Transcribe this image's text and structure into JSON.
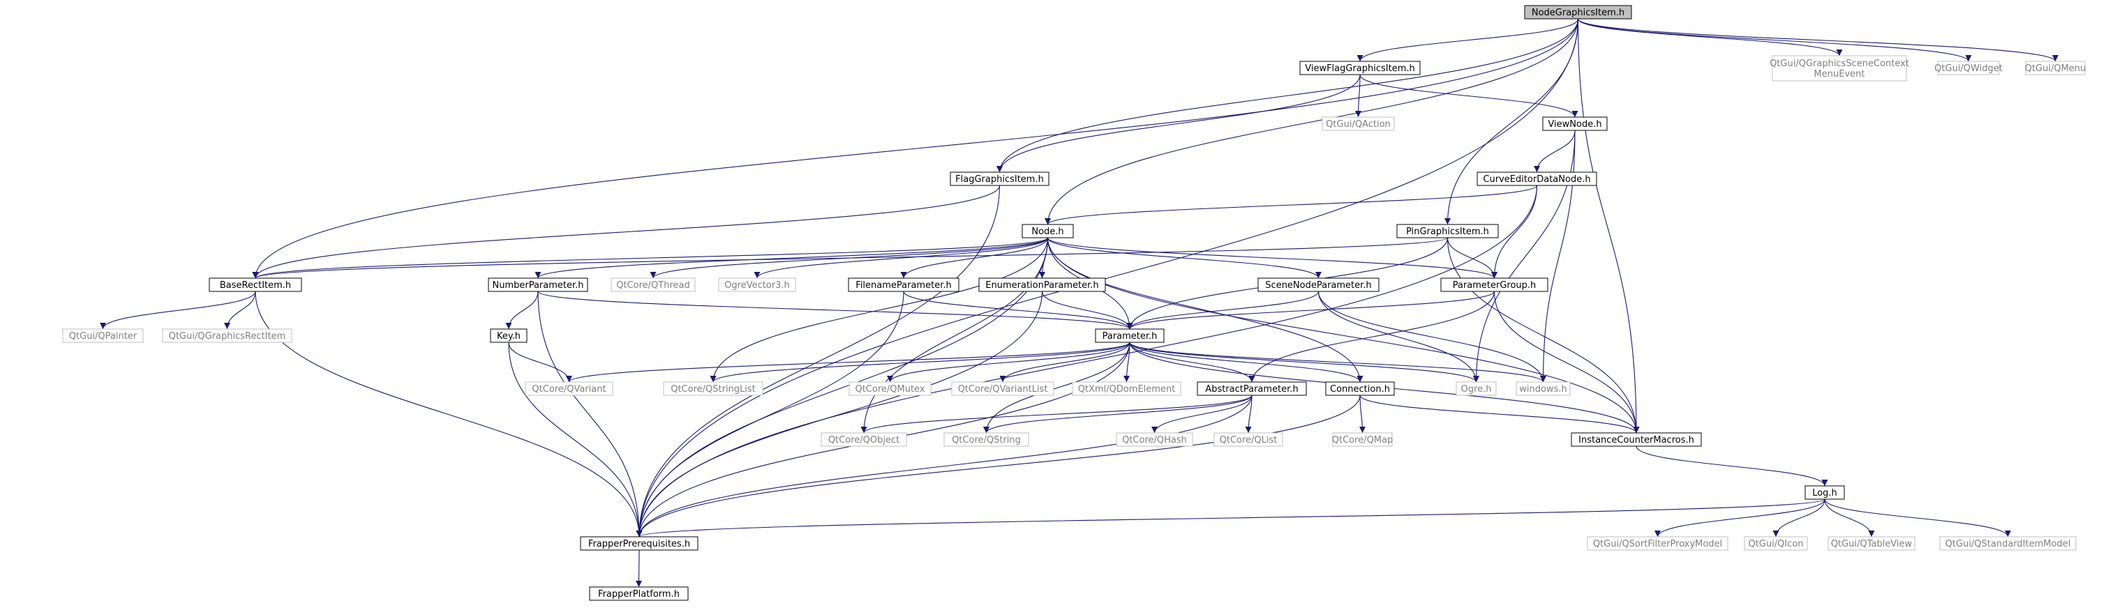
{
  "nodes": [
    {
      "id": "root",
      "label": "NodeGraphicsItem.h",
      "kind": "root"
    },
    {
      "id": "vfgi",
      "label": "ViewFlagGraphicsItem.h",
      "kind": "header"
    },
    {
      "id": "qgscme",
      "label": "QtGui/QGraphicsSceneContext\nMenuEvent",
      "kind": "external"
    },
    {
      "id": "qwidget",
      "label": "QtGui/QWidget",
      "kind": "external"
    },
    {
      "id": "qmenu",
      "label": "QtGui/QMenu",
      "kind": "external"
    },
    {
      "id": "qaction",
      "label": "QtGui/QAction",
      "kind": "external"
    },
    {
      "id": "viewnode",
      "label": "ViewNode.h",
      "kind": "header"
    },
    {
      "id": "fgi",
      "label": "FlagGraphicsItem.h",
      "kind": "header"
    },
    {
      "id": "cedn",
      "label": "CurveEditorDataNode.h",
      "kind": "header"
    },
    {
      "id": "node",
      "label": "Node.h",
      "kind": "header"
    },
    {
      "id": "pgi",
      "label": "PinGraphicsItem.h",
      "kind": "header"
    },
    {
      "id": "bri",
      "label": "BaseRectItem.h",
      "kind": "header"
    },
    {
      "id": "nump",
      "label": "NumberParameter.h",
      "kind": "header"
    },
    {
      "id": "qthread",
      "label": "QtCore/QThread",
      "kind": "external"
    },
    {
      "id": "ogrevec",
      "label": "OgreVector3.h",
      "kind": "external"
    },
    {
      "id": "filep",
      "label": "FilenameParameter.h",
      "kind": "header"
    },
    {
      "id": "enump",
      "label": "EnumerationParameter.h",
      "kind": "header"
    },
    {
      "id": "snp",
      "label": "SceneNodeParameter.h",
      "kind": "header"
    },
    {
      "id": "pgroup",
      "label": "ParameterGroup.h",
      "kind": "header"
    },
    {
      "id": "qpainter",
      "label": "QtGui/QPainter",
      "kind": "external"
    },
    {
      "id": "qgri",
      "label": "QtGui/QGraphicsRectItem",
      "kind": "external"
    },
    {
      "id": "key",
      "label": "Key.h",
      "kind": "header"
    },
    {
      "id": "param",
      "label": "Parameter.h",
      "kind": "header"
    },
    {
      "id": "qvariant",
      "label": "QtCore/QVariant",
      "kind": "external"
    },
    {
      "id": "qstringlist",
      "label": "QtCore/QStringList",
      "kind": "external"
    },
    {
      "id": "qmutex",
      "label": "QtCore/QMutex",
      "kind": "external"
    },
    {
      "id": "qvariantlist",
      "label": "QtCore/QVariantList",
      "kind": "external"
    },
    {
      "id": "qdom",
      "label": "QtXml/QDomElement",
      "kind": "external"
    },
    {
      "id": "absp",
      "label": "AbstractParameter.h",
      "kind": "header"
    },
    {
      "id": "conn",
      "label": "Connection.h",
      "kind": "header"
    },
    {
      "id": "ogre",
      "label": "Ogre.h",
      "kind": "external"
    },
    {
      "id": "windows",
      "label": "windows.h",
      "kind": "external"
    },
    {
      "id": "qobject",
      "label": "QtCore/QObject",
      "kind": "external"
    },
    {
      "id": "qstring",
      "label": "QtCore/QString",
      "kind": "external"
    },
    {
      "id": "qhash",
      "label": "QtCore/QHash",
      "kind": "external"
    },
    {
      "id": "qlist",
      "label": "QtCore/QList",
      "kind": "external"
    },
    {
      "id": "qmap",
      "label": "QtCore/QMap",
      "kind": "external"
    },
    {
      "id": "icm",
      "label": "InstanceCounterMacros.h",
      "kind": "header"
    },
    {
      "id": "log",
      "label": "Log.h",
      "kind": "header"
    },
    {
      "id": "fprereq",
      "label": "FrapperPrerequisites.h",
      "kind": "header"
    },
    {
      "id": "qsfpm",
      "label": "QtGui/QSortFilterProxyModel",
      "kind": "external"
    },
    {
      "id": "qicon",
      "label": "QtGui/QIcon",
      "kind": "external"
    },
    {
      "id": "qtableview",
      "label": "QtGui/QTableView",
      "kind": "external"
    },
    {
      "id": "qsim",
      "label": "QtGui/QStandardItemModel",
      "kind": "external"
    },
    {
      "id": "fplatform",
      "label": "FrapperPlatform.h",
      "kind": "header"
    }
  ],
  "edges": [
    [
      "root",
      "vfgi"
    ],
    [
      "root",
      "qgscme"
    ],
    [
      "root",
      "qwidget"
    ],
    [
      "root",
      "qmenu"
    ],
    [
      "root",
      "fgi"
    ],
    [
      "root",
      "node"
    ],
    [
      "root",
      "pgi"
    ],
    [
      "root",
      "bri"
    ],
    [
      "root",
      "icm"
    ],
    [
      "root",
      "fprereq"
    ],
    [
      "vfgi",
      "qaction"
    ],
    [
      "vfgi",
      "viewnode"
    ],
    [
      "vfgi",
      "fgi"
    ],
    [
      "viewnode",
      "cedn"
    ],
    [
      "viewnode",
      "ogre"
    ],
    [
      "viewnode",
      "windows"
    ],
    [
      "fgi",
      "bri"
    ],
    [
      "fgi",
      "fprereq"
    ],
    [
      "cedn",
      "node"
    ],
    [
      "cedn",
      "pgroup"
    ],
    [
      "cedn",
      "fprereq"
    ],
    [
      "pgi",
      "bri"
    ],
    [
      "pgi",
      "pgroup"
    ],
    [
      "pgi",
      "param"
    ],
    [
      "pgi",
      "icm"
    ],
    [
      "node",
      "bri"
    ],
    [
      "node",
      "nump"
    ],
    [
      "node",
      "qthread"
    ],
    [
      "node",
      "ogrevec"
    ],
    [
      "node",
      "filep"
    ],
    [
      "node",
      "enump"
    ],
    [
      "node",
      "snp"
    ],
    [
      "node",
      "pgroup"
    ],
    [
      "node",
      "param"
    ],
    [
      "node",
      "qstringlist"
    ],
    [
      "node",
      "qobject"
    ],
    [
      "node",
      "conn"
    ],
    [
      "node",
      "icm"
    ],
    [
      "node",
      "fprereq"
    ],
    [
      "bri",
      "qpainter"
    ],
    [
      "bri",
      "qgri"
    ],
    [
      "bri",
      "fprereq"
    ],
    [
      "nump",
      "key"
    ],
    [
      "nump",
      "param"
    ],
    [
      "nump",
      "fprereq"
    ],
    [
      "key",
      "qvariant"
    ],
    [
      "key",
      "fprereq"
    ],
    [
      "filep",
      "param"
    ],
    [
      "filep",
      "fprereq"
    ],
    [
      "enump",
      "param"
    ],
    [
      "enump",
      "fprereq"
    ],
    [
      "snp",
      "param"
    ],
    [
      "snp",
      "ogre"
    ],
    [
      "snp",
      "windows"
    ],
    [
      "pgroup",
      "param"
    ],
    [
      "pgroup",
      "absp"
    ],
    [
      "pgroup",
      "icm"
    ],
    [
      "param",
      "qvariant"
    ],
    [
      "param",
      "qstringlist"
    ],
    [
      "param",
      "qmutex"
    ],
    [
      "param",
      "qvariantlist"
    ],
    [
      "param",
      "qdom"
    ],
    [
      "param",
      "absp"
    ],
    [
      "param",
      "conn"
    ],
    [
      "param",
      "ogre"
    ],
    [
      "param",
      "windows"
    ],
    [
      "param",
      "icm"
    ],
    [
      "param",
      "qstring"
    ],
    [
      "param",
      "fprereq"
    ],
    [
      "absp",
      "qobject"
    ],
    [
      "absp",
      "qstring"
    ],
    [
      "absp",
      "qhash"
    ],
    [
      "absp",
      "qlist"
    ],
    [
      "absp",
      "fprereq"
    ],
    [
      "conn",
      "qmap"
    ],
    [
      "conn",
      "icm"
    ],
    [
      "conn",
      "fprereq"
    ],
    [
      "icm",
      "log"
    ],
    [
      "log",
      "qsfpm"
    ],
    [
      "log",
      "qicon"
    ],
    [
      "log",
      "qtableview"
    ],
    [
      "log",
      "qsim"
    ],
    [
      "log",
      "fprereq"
    ],
    [
      "fprereq",
      "fplatform"
    ]
  ]
}
